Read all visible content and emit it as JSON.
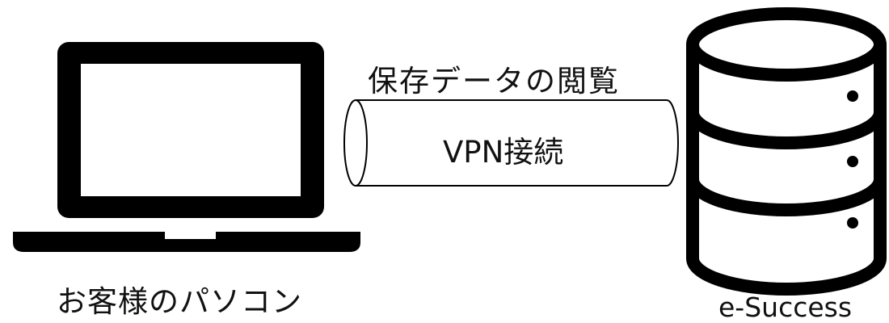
{
  "labels": {
    "operation": "保存データの閲覧",
    "connection": "VPN接続",
    "client": "お客様のパソコン",
    "server": "e-Success"
  },
  "icons": {
    "client": "laptop-icon",
    "connection": "pipe-cylinder-icon",
    "server": "database-icon"
  },
  "colors": {
    "foreground": "#000000",
    "background": "#ffffff"
  }
}
